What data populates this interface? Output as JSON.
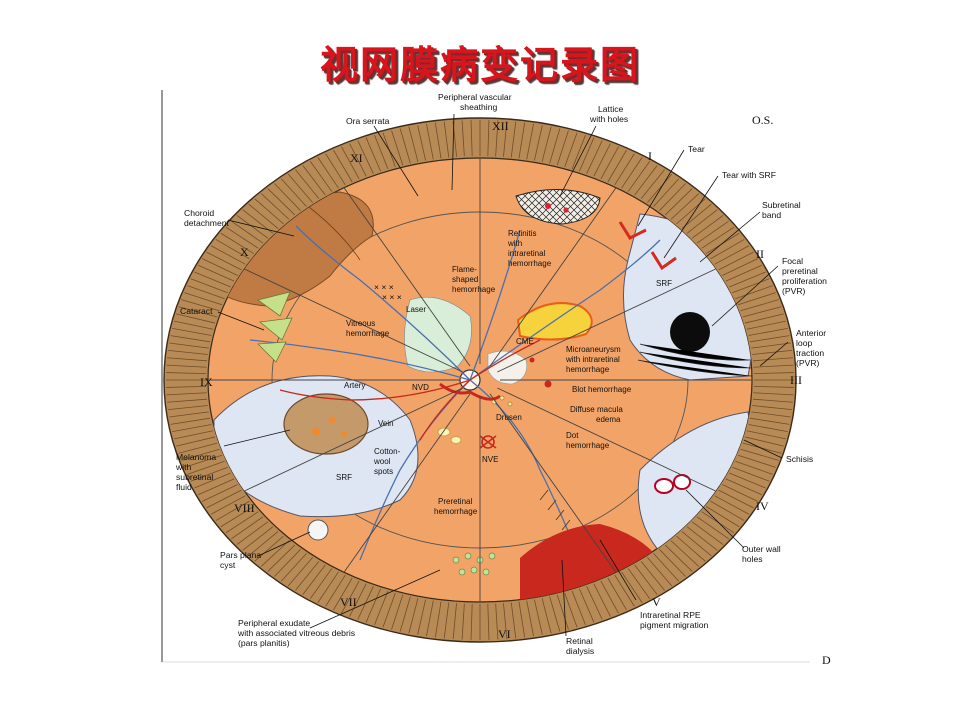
{
  "title": "视网膜病变记录图",
  "eye": "O.S.",
  "panel_letter": "D",
  "clock_hours": {
    "XII": "XII",
    "I": "I",
    "II": "II",
    "III": "III",
    "IV": "IV",
    "V": "V",
    "VI": "VI",
    "VII": "VII",
    "VIII": "VIII",
    "IX": "IX",
    "X": "X",
    "XI": "XI"
  },
  "outer_labels": {
    "ora_serrata": "Ora serrata",
    "peripheral_vascular_sheathing": [
      "Peripheral vascular",
      "sheathing"
    ],
    "lattice_with_holes": [
      "Lattice",
      "with holes"
    ],
    "tear": "Tear",
    "tear_with_srf": "Tear with SRF",
    "subretinal_band": [
      "Subretinal",
      "band"
    ],
    "focal_pvr": [
      "Focal",
      "preretinal",
      "proliferation",
      "(PVR)"
    ],
    "anterior_loop_traction": [
      "Anterior",
      "loop",
      "traction",
      "(PVR)"
    ],
    "schisis": "Schisis",
    "outer_wall_holes": [
      "Outer wall",
      "holes"
    ],
    "intraretinal_rpe": [
      "Intraretinal RPE",
      "pigment migration"
    ],
    "retinal_dialysis": [
      "Retinal",
      "dialysis"
    ],
    "peripheral_exudate": [
      "Peripheral exudate",
      "with associated vitreous debris",
      "(pars planitis)"
    ],
    "pars_plana_cyst": [
      "Pars plana",
      "cyst"
    ],
    "melanoma": [
      "Melanoma",
      "with",
      "subretinal",
      "fluid"
    ],
    "cataract": "Cataract",
    "choroid_detachment": [
      "Choroid",
      "detachment"
    ]
  },
  "inner_labels": {
    "retinitis": [
      "Retinitis",
      "with",
      "intraretinal",
      "hemorrhage"
    ],
    "flame_shaped": [
      "Flame-",
      "shaped",
      "hemorrhage"
    ],
    "laser": "Laser",
    "vitreous_hemorrhage": [
      "Vitreous",
      "hemorrhage"
    ],
    "cme": "CME",
    "microaneurysm": [
      "Microaneurysm",
      "with intraretinal",
      "hemorrhage"
    ],
    "blot_hemorrhage": "Blot hemorrhage",
    "diffuse_macula_edema": [
      "Diffuse macula",
      "edema"
    ],
    "dot_hemorrhage": [
      "Dot",
      "hemorrhage"
    ],
    "drusen": "Drusen",
    "nvd": "NVD",
    "nve": "NVE",
    "artery": "Artery",
    "vein": "Vein",
    "cotton_wool": [
      "Cotton-",
      "wool",
      "spots"
    ],
    "srf_left": "SRF",
    "srf_right": "SRF",
    "preretinal_hemorrhage": [
      "Preretinal",
      "hemorrhage"
    ],
    "laser_marks": "× × ×"
  },
  "colors": {
    "title_red": "#d8141c",
    "fundus_orange": "#f2a468",
    "ring_tan": "#b88a56",
    "detachment_blue": "#dde6f2",
    "vessel_blue": "#4a6fb0",
    "hemorrhage_red": "#c8281e"
  }
}
